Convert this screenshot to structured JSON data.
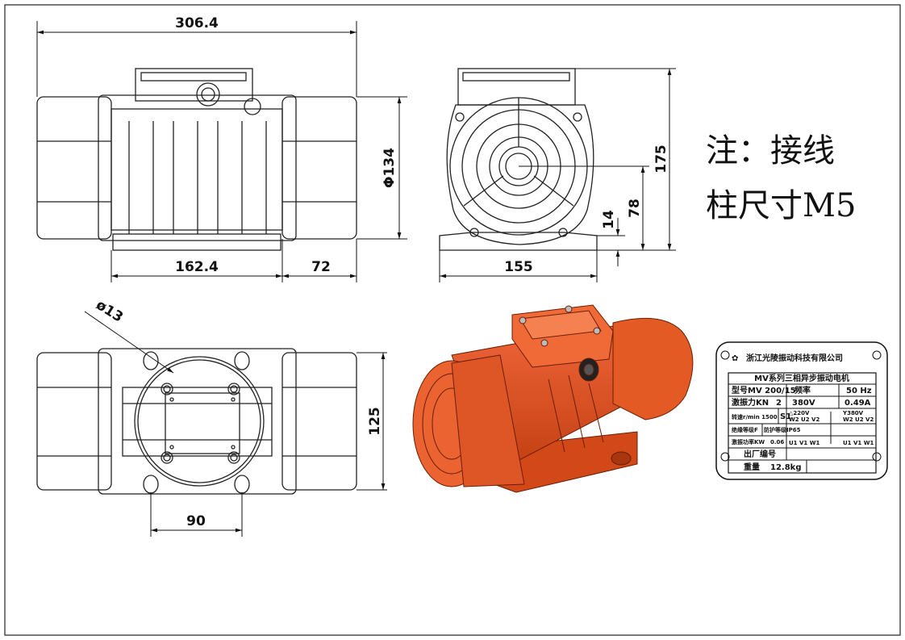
{
  "dimensions": {
    "overall_length": "306.4",
    "diameter": "Φ134",
    "body_length": "162.4",
    "end_cap": "72",
    "base_width": "155",
    "total_height": "175",
    "shaft_height": "78",
    "base_height": "14",
    "hole_diameter": "ø13",
    "mount_width": "125",
    "hole_spacing": "90"
  },
  "note": {
    "line1": "注：接线",
    "line2": "柱尺寸M5"
  },
  "nameplate": {
    "company": "浙江光陵振动科技有限公司",
    "title": "MV系列三相异步振动电机",
    "model_label": "型号MV 200/15",
    "freq_label": "频率",
    "freq_value": "50 Hz",
    "force_label": "激振力KN",
    "force_value": "2",
    "voltage": "380V",
    "current": "0.49A",
    "speed_label": "转速r/min 1500",
    "duty": "S1",
    "delta_label": "△220V",
    "star_label": "Y380V",
    "insulation": "绝缘等级F",
    "protection": "防护等级IP65",
    "terminals_top": "W2 U2 V2",
    "terminals_bottom": "U1 V1 W1",
    "power_label": "激振功率KW",
    "power_value": "0.06",
    "serial_label": "出厂编号",
    "weight_label": "重量",
    "weight_value": "12.8kg"
  },
  "colors": {
    "motor_orange": "#e8521e",
    "motor_dark": "#b43a10",
    "line": "#111111"
  }
}
